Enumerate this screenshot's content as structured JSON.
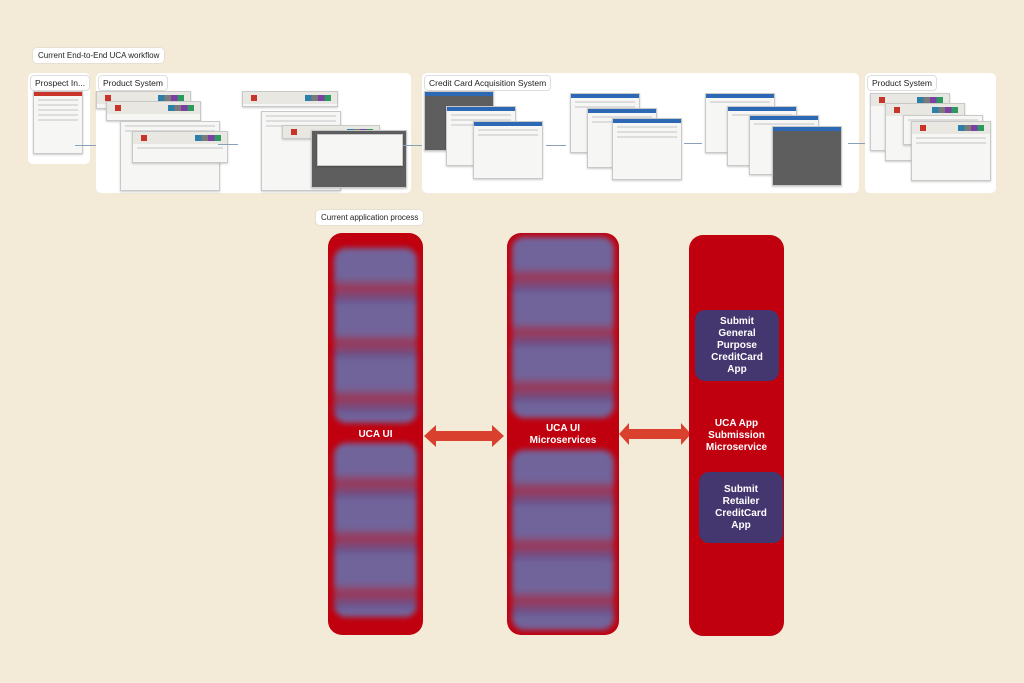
{
  "workflow": {
    "title": "Current End-to-End UCA workflow",
    "stages": [
      {
        "label": "Prospect In..."
      },
      {
        "label": "Product System"
      },
      {
        "label": "Credit Card Acquisition System"
      },
      {
        "label": "Product System"
      }
    ]
  },
  "process": {
    "title": "Current application process",
    "columns": [
      {
        "label": "UCA UI"
      },
      {
        "label": "UCA UI Microservices"
      },
      {
        "label": "UCA App Submission Microservice",
        "items": [
          {
            "label": "Submit General Purpose CreditCard App"
          },
          {
            "label": "Submit Retailer CreditCard App"
          }
        ]
      }
    ]
  },
  "colors": {
    "background": "#f3ead8",
    "column": "#c0000e",
    "box": "#44366e",
    "arrow": "#d9412e"
  }
}
